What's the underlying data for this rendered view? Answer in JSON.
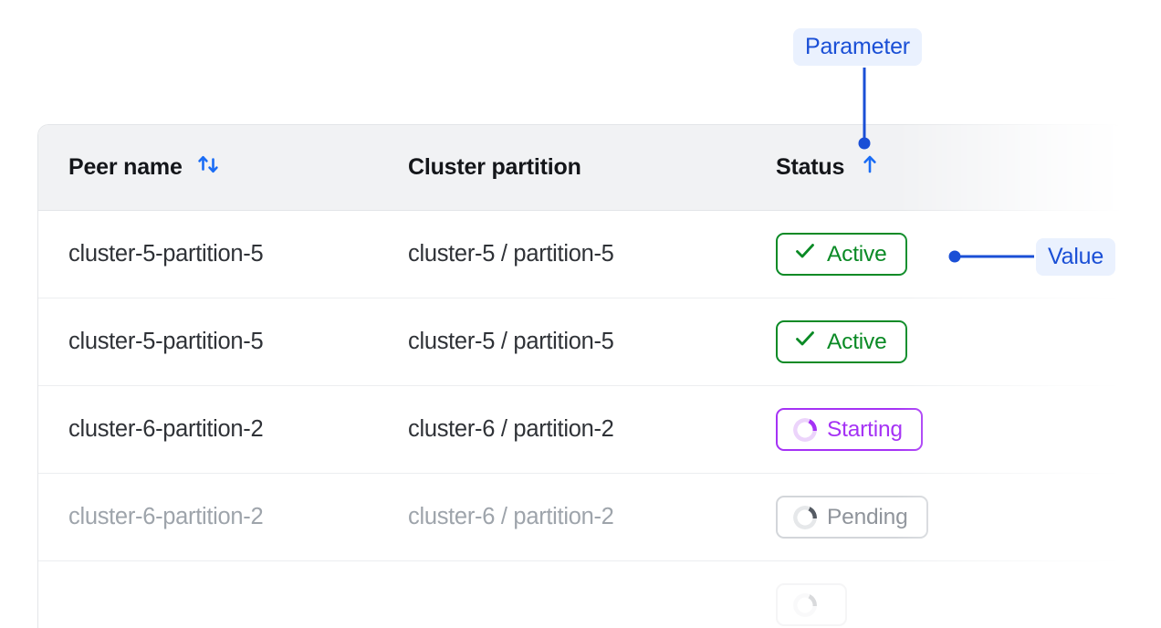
{
  "table": {
    "columns": [
      {
        "key": "peer",
        "label": "Peer name",
        "sort_icon": "sort-both-icon",
        "sorted": "none"
      },
      {
        "key": "partition",
        "label": "Cluster partition",
        "sort_icon": "none",
        "sorted": "none"
      },
      {
        "key": "status",
        "label": "Status",
        "sort_icon": "sort-up-icon",
        "sorted": "ascending"
      }
    ],
    "rows": [
      {
        "peer": "cluster-5-partition-5",
        "partition": "cluster-5 / partition-5",
        "status": "Active",
        "status_icon": "check-icon",
        "state": "normal"
      },
      {
        "peer": "cluster-5-partition-5",
        "partition": "cluster-5 / partition-5",
        "status": "Active",
        "status_icon": "check-icon",
        "state": "normal"
      },
      {
        "peer": "cluster-6-partition-2",
        "partition": "cluster-6 / partition-2",
        "status": "Starting",
        "status_icon": "spinner-icon",
        "state": "normal"
      },
      {
        "peer": "cluster-6-partition-2",
        "partition": "cluster-6 / partition-2",
        "status": "Pending",
        "status_icon": "spinner-icon",
        "state": "dimmed"
      },
      {
        "peer": "",
        "partition": "",
        "status": "",
        "status_icon": "spinner-icon",
        "state": "faded"
      }
    ]
  },
  "annotations": {
    "parameter_label": "Parameter",
    "value_label": "Value"
  },
  "colors": {
    "annotation_text": "#1a4fd6",
    "annotation_bg": "#eaf1fe",
    "connector": "#1a4fd6",
    "active": "#0a8a25",
    "starting": "#a532f5",
    "pending": "#8f949b",
    "sort_icon": "#1a6cf5",
    "header_bg": "#f1f2f4"
  }
}
